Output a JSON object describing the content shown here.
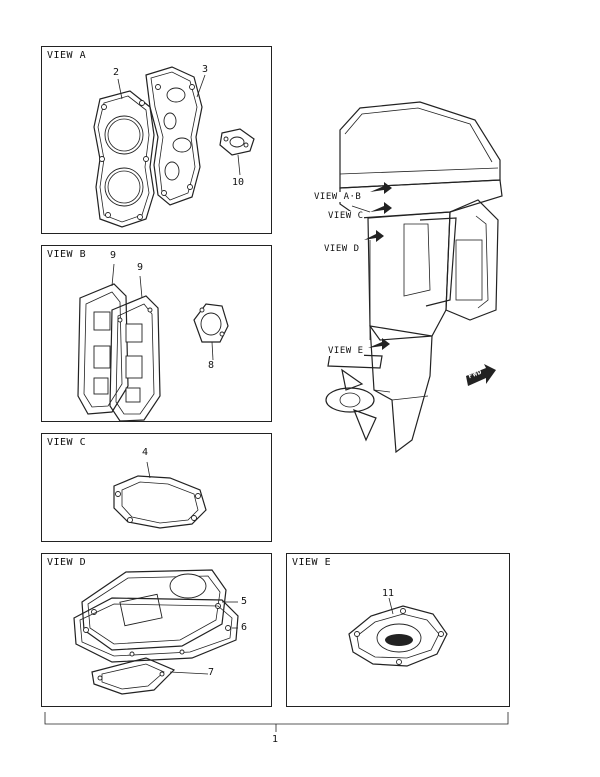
{
  "panels": {
    "view_a": {
      "title": "VIEW A",
      "callouts": [
        "2",
        "3",
        "10"
      ]
    },
    "view_b": {
      "title": "VIEW B",
      "callouts": [
        "9",
        "9",
        "8"
      ]
    },
    "view_c": {
      "title": "VIEW C",
      "callouts": [
        "4"
      ]
    },
    "view_d": {
      "title": "VIEW D",
      "callouts": [
        "5",
        "6",
        "7"
      ]
    },
    "view_e": {
      "title": "VIEW E",
      "callouts": [
        "11"
      ]
    }
  },
  "engine": {
    "view_labels": [
      "VIEW A·B",
      "VIEW C",
      "VIEW D",
      "VIEW E"
    ],
    "fwd_label": "FWD"
  },
  "set_callout": "1"
}
